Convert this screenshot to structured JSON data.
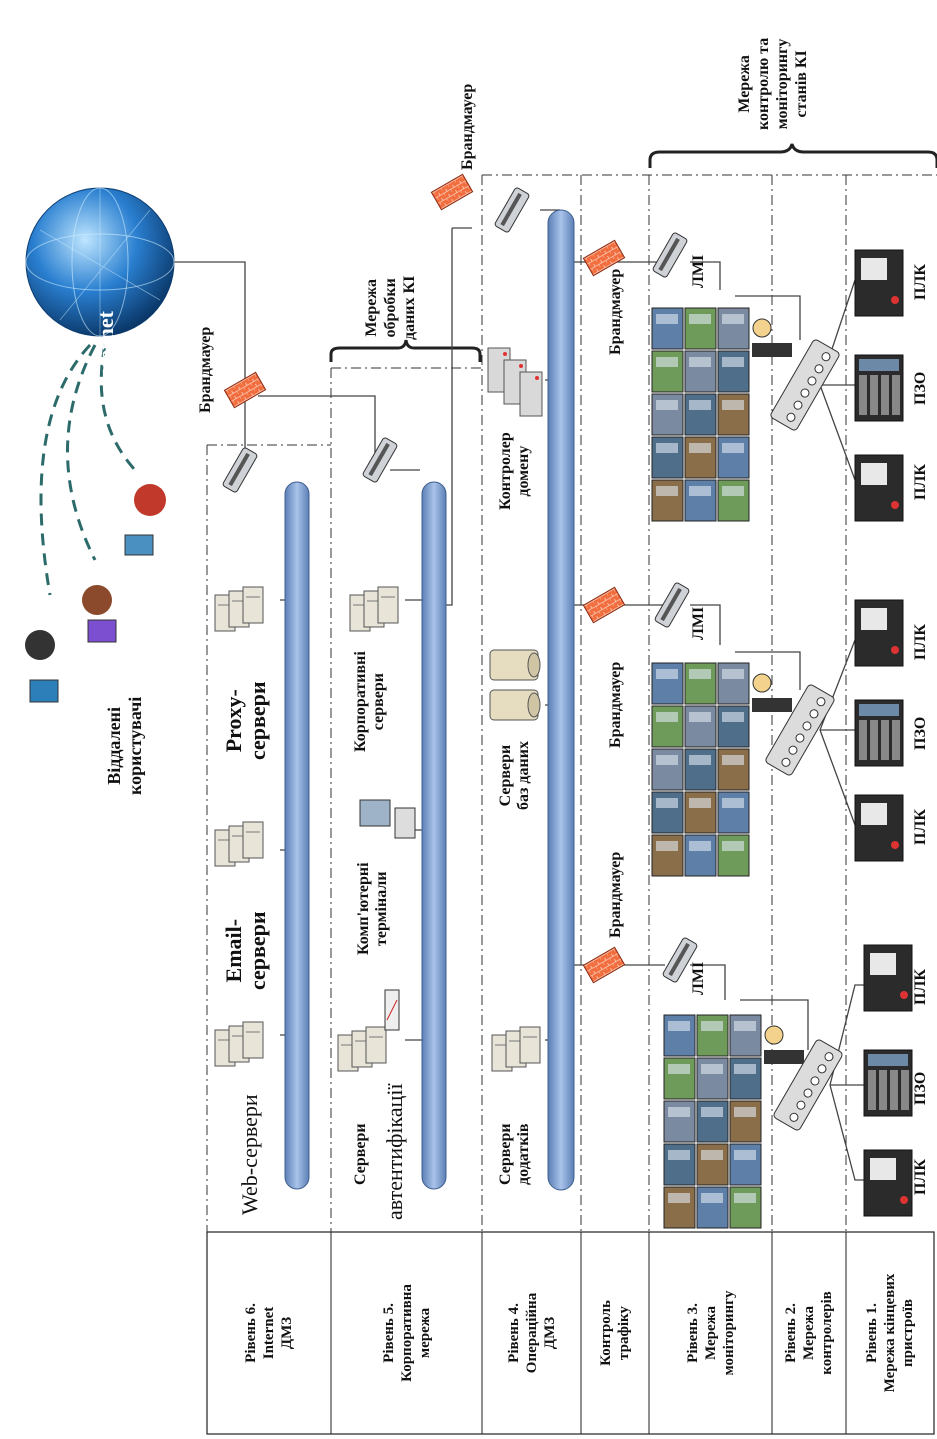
{
  "colors": {
    "bus": "#7f9fce",
    "bus_edge": "#3f5f8f",
    "firewall": "#f26d3d",
    "firewall_edge": "#8a2a12",
    "globe": "#2a7fd0"
  },
  "internet": {
    "label": "Internet"
  },
  "remote_users": {
    "label": "Віддалені\nкористувачі"
  },
  "zones": {
    "dmz_label": "Мережа\nобробки\nданих КІ",
    "control_label": "Мережа\nконтролю та\nмоніторингу\nстанів КІ"
  },
  "firewall_label": "Брандмауер",
  "level6": {
    "web": "Web-сервери",
    "email": "Email-\nсервери",
    "proxy": "Proxy-\nсервери"
  },
  "level5": {
    "auth_top": "Сервери",
    "auth_bottom": "автентифікації",
    "terminals": "Комп'ютерні\nтермінали",
    "corporate": "Корпоративні\nсервери"
  },
  "level4": {
    "app": "Сервери\nдодатків",
    "db": "Сервери\nбаз даних",
    "domain": "Контролер\nдомену"
  },
  "hmi_label": "ЛМІ",
  "plc_label": "ПЛК",
  "pzo_label": "ПЗО",
  "levels": [
    {
      "name": "level-6",
      "text": "Рівень 6.\nInternet\nДМЗ"
    },
    {
      "name": "level-5",
      "text": "Рівень 5.\nКорпоративна\nмережа"
    },
    {
      "name": "level-4",
      "text": "Рівень 4.\nОпераційна\nДМЗ"
    },
    {
      "name": "traffic",
      "text": "Контроль\nтрафіку"
    },
    {
      "name": "level-3",
      "text": "Рівень 3.\nМережа\nмоніторингу"
    },
    {
      "name": "level-2",
      "text": "Рівень 2.\nМережа\nконтролерів"
    },
    {
      "name": "level-1",
      "text": "Рівень 1.\nМережа кінцевих\nпристроїв"
    }
  ]
}
